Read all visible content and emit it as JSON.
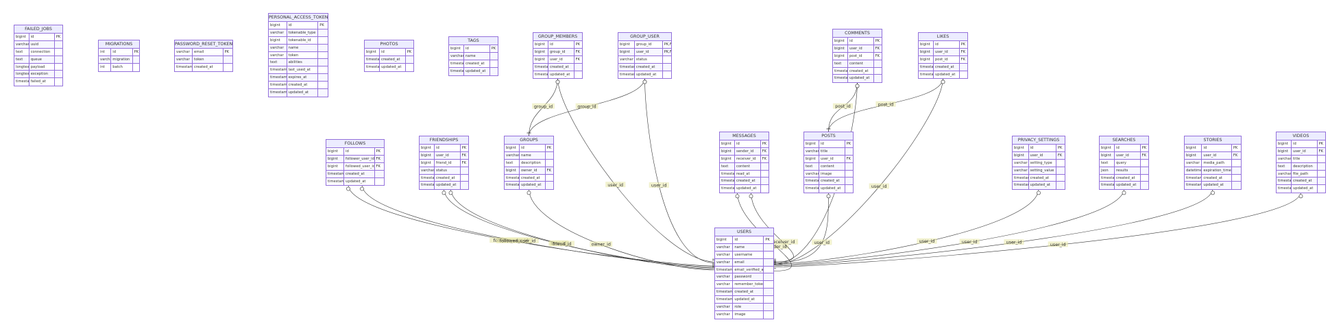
{
  "diagram": {
    "entities": [
      {
        "id": "failed_jobs",
        "name": "FAILED_JOBS",
        "attrs": [
          [
            "bigint",
            "id",
            "PK"
          ],
          [
            "varchar",
            "uuid",
            ""
          ],
          [
            "text",
            "connection",
            ""
          ],
          [
            "text",
            "queue",
            ""
          ],
          [
            "longtext",
            "payload",
            ""
          ],
          [
            "longtext",
            "exception",
            ""
          ],
          [
            "timestamp",
            "failed_at",
            ""
          ]
        ]
      },
      {
        "id": "migrations",
        "name": "MIGRATIONS",
        "attrs": [
          [
            "int",
            "id",
            "PK"
          ],
          [
            "varchar",
            "migration",
            ""
          ],
          [
            "int",
            "batch",
            ""
          ]
        ]
      },
      {
        "id": "password_reset_tokens",
        "name": "PASSWORD_RESET_TOKENS",
        "attrs": [
          [
            "varchar",
            "email",
            "PK"
          ],
          [
            "varchar",
            "token",
            ""
          ],
          [
            "timestamp",
            "created_at",
            ""
          ]
        ]
      },
      {
        "id": "personal_access_tokens",
        "name": "PERSONAL_ACCESS_TOKENS",
        "attrs": [
          [
            "bigint",
            "id",
            "PK"
          ],
          [
            "varchar",
            "tokenable_type",
            ""
          ],
          [
            "bigint",
            "tokenable_id",
            ""
          ],
          [
            "varchar",
            "name",
            ""
          ],
          [
            "varchar",
            "token",
            ""
          ],
          [
            "text",
            "abilities",
            ""
          ],
          [
            "timestamp",
            "last_used_at",
            ""
          ],
          [
            "timestamp",
            "expires_at",
            ""
          ],
          [
            "timestamp",
            "created_at",
            ""
          ],
          [
            "timestamp",
            "updated_at",
            ""
          ]
        ]
      },
      {
        "id": "photos",
        "name": "PHOTOS",
        "attrs": [
          [
            "bigint",
            "id",
            "PK"
          ],
          [
            "timestamp",
            "created_at",
            ""
          ],
          [
            "timestamp",
            "updated_at",
            ""
          ]
        ]
      },
      {
        "id": "tags",
        "name": "TAGS",
        "attrs": [
          [
            "bigint",
            "id",
            "PK"
          ],
          [
            "varchar",
            "name",
            ""
          ],
          [
            "timestamp",
            "created_at",
            ""
          ],
          [
            "timestamp",
            "updated_at",
            ""
          ]
        ]
      },
      {
        "id": "group_members",
        "name": "GROUP_MEMBERS",
        "attrs": [
          [
            "bigint",
            "id",
            "PK"
          ],
          [
            "bigint",
            "group_id",
            "FK"
          ],
          [
            "bigint",
            "user_id",
            "FK"
          ],
          [
            "timestamp",
            "created_at",
            ""
          ],
          [
            "timestamp",
            "updated_at",
            ""
          ]
        ]
      },
      {
        "id": "group_user",
        "name": "GROUP_USER",
        "attrs": [
          [
            "bigint",
            "group_id",
            "PK,FK"
          ],
          [
            "bigint",
            "user_id",
            "PK,FK"
          ],
          [
            "varchar",
            "status",
            ""
          ],
          [
            "timestamp",
            "created_at",
            ""
          ],
          [
            "timestamp",
            "updated_at",
            ""
          ]
        ]
      },
      {
        "id": "comments",
        "name": "COMMENTS",
        "attrs": [
          [
            "bigint",
            "id",
            "PK"
          ],
          [
            "bigint",
            "user_id",
            "FK"
          ],
          [
            "bigint",
            "post_id",
            "FK"
          ],
          [
            "text",
            "content",
            ""
          ],
          [
            "timestamp",
            "created_at",
            ""
          ],
          [
            "timestamp",
            "updated_at",
            ""
          ]
        ]
      },
      {
        "id": "likes",
        "name": "LIKES",
        "attrs": [
          [
            "bigint",
            "id",
            "PK"
          ],
          [
            "bigint",
            "user_id",
            "FK"
          ],
          [
            "bigint",
            "post_id",
            "FK"
          ],
          [
            "timestamp",
            "created_at",
            ""
          ],
          [
            "timestamp",
            "updated_at",
            ""
          ]
        ]
      },
      {
        "id": "follows",
        "name": "FOLLOWS",
        "attrs": [
          [
            "bigint",
            "id",
            "PK"
          ],
          [
            "bigint",
            "follower_user_id",
            "FK"
          ],
          [
            "bigint",
            "followed_user_id",
            "FK"
          ],
          [
            "timestamp",
            "created_at",
            ""
          ],
          [
            "timestamp",
            "updated_at",
            ""
          ]
        ]
      },
      {
        "id": "friendships",
        "name": "FRIENDSHIPS",
        "attrs": [
          [
            "bigint",
            "id",
            "PK"
          ],
          [
            "bigint",
            "user_id",
            "FK"
          ],
          [
            "bigint",
            "friend_id",
            "FK"
          ],
          [
            "varchar",
            "status",
            ""
          ],
          [
            "timestamp",
            "created_at",
            ""
          ],
          [
            "timestamp",
            "updated_at",
            ""
          ]
        ]
      },
      {
        "id": "groups",
        "name": "GROUPS",
        "attrs": [
          [
            "bigint",
            "id",
            "PK"
          ],
          [
            "varchar",
            "name",
            ""
          ],
          [
            "text",
            "description",
            ""
          ],
          [
            "bigint",
            "owner_id",
            "FK"
          ],
          [
            "timestamp",
            "created_at",
            ""
          ],
          [
            "timestamp",
            "updated_at",
            ""
          ]
        ]
      },
      {
        "id": "messages",
        "name": "MESSAGES",
        "attrs": [
          [
            "bigint",
            "id",
            "PK"
          ],
          [
            "bigint",
            "sender_id",
            "FK"
          ],
          [
            "bigint",
            "receiver_id",
            "FK"
          ],
          [
            "text",
            "content",
            ""
          ],
          [
            "timestamp",
            "read_at",
            ""
          ],
          [
            "timestamp",
            "created_at",
            ""
          ],
          [
            "timestamp",
            "updated_at",
            ""
          ]
        ]
      },
      {
        "id": "posts",
        "name": "POSTS",
        "attrs": [
          [
            "bigint",
            "id",
            "PK"
          ],
          [
            "varchar",
            "title",
            ""
          ],
          [
            "bigint",
            "user_id",
            "FK"
          ],
          [
            "text",
            "content",
            ""
          ],
          [
            "varchar",
            "image",
            ""
          ],
          [
            "timestamp",
            "created_at",
            ""
          ],
          [
            "timestamp",
            "updated_at",
            ""
          ]
        ]
      },
      {
        "id": "privacy_settings",
        "name": "PRIVACY_SETTINGS",
        "attrs": [
          [
            "bigint",
            "id",
            "PK"
          ],
          [
            "bigint",
            "user_id",
            "FK"
          ],
          [
            "varchar",
            "setting_type",
            ""
          ],
          [
            "varchar",
            "setting_value",
            ""
          ],
          [
            "timestamp",
            "created_at",
            ""
          ],
          [
            "timestamp",
            "updated_at",
            ""
          ]
        ]
      },
      {
        "id": "searches",
        "name": "SEARCHES",
        "attrs": [
          [
            "bigint",
            "id",
            "PK"
          ],
          [
            "bigint",
            "user_id",
            "FK"
          ],
          [
            "text",
            "query",
            ""
          ],
          [
            "json",
            "results",
            ""
          ],
          [
            "timestamp",
            "created_at",
            ""
          ],
          [
            "timestamp",
            "updated_at",
            ""
          ]
        ]
      },
      {
        "id": "stories",
        "name": "STORIES",
        "attrs": [
          [
            "bigint",
            "id",
            "PK"
          ],
          [
            "bigint",
            "user_id",
            "FK"
          ],
          [
            "varchar",
            "media_path",
            ""
          ],
          [
            "datetime",
            "expiration_time",
            ""
          ],
          [
            "timestamp",
            "created_at",
            ""
          ],
          [
            "timestamp",
            "updated_at",
            ""
          ]
        ]
      },
      {
        "id": "videos",
        "name": "VIDEOS",
        "attrs": [
          [
            "bigint",
            "id",
            "PK"
          ],
          [
            "bigint",
            "user_id",
            "FK"
          ],
          [
            "varchar",
            "title",
            ""
          ],
          [
            "text",
            "description",
            ""
          ],
          [
            "varchar",
            "file_path",
            ""
          ],
          [
            "timestamp",
            "created_at",
            ""
          ],
          [
            "timestamp",
            "updated_at",
            ""
          ]
        ]
      },
      {
        "id": "users",
        "name": "USERS",
        "attrs": [
          [
            "bigint",
            "id",
            "PK"
          ],
          [
            "varchar",
            "name",
            ""
          ],
          [
            "varchar",
            "username",
            ""
          ],
          [
            "varchar",
            "email",
            ""
          ],
          [
            "timestamp",
            "email_verified_at",
            ""
          ],
          [
            "varchar",
            "password",
            ""
          ],
          [
            "varchar",
            "remember_token",
            ""
          ],
          [
            "timestamp",
            "created_at",
            ""
          ],
          [
            "timestamp",
            "updated_at",
            ""
          ],
          [
            "varchar",
            "role",
            ""
          ],
          [
            "varchar",
            "image",
            ""
          ]
        ]
      }
    ],
    "relationships": [
      {
        "from": "group_members",
        "to": "groups",
        "label": "group_id"
      },
      {
        "from": "group_user",
        "to": "groups",
        "label": "group_id"
      },
      {
        "from": "comments",
        "to": "posts",
        "label": "post_id"
      },
      {
        "from": "likes",
        "to": "posts",
        "label": "post_id"
      },
      {
        "from": "group_members",
        "to": "users",
        "label": "user_id"
      },
      {
        "from": "group_user",
        "to": "users",
        "label": "user_id"
      },
      {
        "from": "comments",
        "to": "users",
        "label": "user_id"
      },
      {
        "from": "likes",
        "to": "users",
        "label": "user_id"
      },
      {
        "from": "follows",
        "to": "users",
        "label": "follower_user_id"
      },
      {
        "from": "follows",
        "to": "users",
        "label": "followed_user_id"
      },
      {
        "from": "friendships",
        "to": "users",
        "label": "user_id"
      },
      {
        "from": "friendships",
        "to": "users",
        "label": "friend_id"
      },
      {
        "from": "groups",
        "to": "users",
        "label": "owner_id"
      },
      {
        "from": "messages",
        "to": "users",
        "label": "sender_id"
      },
      {
        "from": "messages",
        "to": "users",
        "label": "receiver_id"
      },
      {
        "from": "posts",
        "to": "users",
        "label": "user_id"
      },
      {
        "from": "privacy_settings",
        "to": "users",
        "label": "user_id"
      },
      {
        "from": "searches",
        "to": "users",
        "label": "user_id"
      },
      {
        "from": "stories",
        "to": "users",
        "label": "user_id"
      },
      {
        "from": "videos",
        "to": "users",
        "label": "user_id"
      }
    ],
    "colors": {
      "entity_fill": "#ececff",
      "entity_border": "#9370db",
      "line": "#333333",
      "label_bg": "#e8e8a8"
    }
  }
}
